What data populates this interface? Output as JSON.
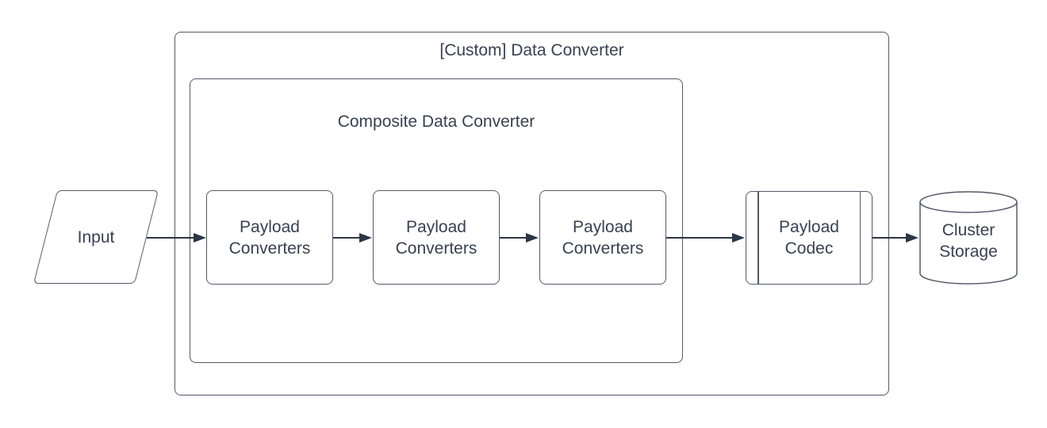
{
  "containers": {
    "custom": {
      "label": "[Custom] Data Converter"
    },
    "composite": {
      "label": "Composite Data Converter"
    }
  },
  "nodes": {
    "input": {
      "label": "Input",
      "shape": "parallelogram"
    },
    "converters": [
      {
        "label": "Payload Converters"
      },
      {
        "label": "Payload Converters"
      },
      {
        "label": "Payload Converters"
      }
    ],
    "codec": {
      "label": "Payload Codec",
      "shape": "predefined-process"
    },
    "storage": {
      "label": "Cluster Storage",
      "shape": "cylinder"
    }
  },
  "edges": [
    {
      "from": "Input",
      "to": "Payload Converters #1"
    },
    {
      "from": "Payload Converters #1",
      "to": "Payload Converters #2"
    },
    {
      "from": "Payload Converters #2",
      "to": "Payload Converters #3"
    },
    {
      "from": "Payload Converters #3",
      "to": "Payload Codec"
    },
    {
      "from": "Payload Codec",
      "to": "Cluster Storage"
    }
  ],
  "colors": {
    "stroke": "#535b69",
    "arrow": "#2d3646",
    "text": "#39414f",
    "background": "#ffffff"
  }
}
